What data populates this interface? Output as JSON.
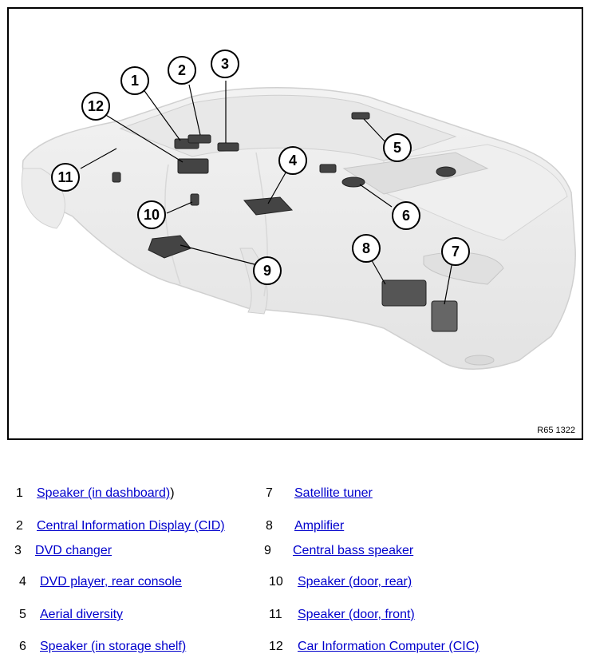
{
  "figure": {
    "code": "R65 1322"
  },
  "callouts": [
    "1",
    "2",
    "3",
    "4",
    "5",
    "6",
    "7",
    "8",
    "9",
    "10",
    "11",
    "12"
  ],
  "legend": [
    {
      "num": "1",
      "label": "Speaker (in dashboard)",
      "tail": ")"
    },
    {
      "num": "2",
      "label": "Central Information Display (CID)",
      "tail": ""
    },
    {
      "num": "3",
      "label": "DVD changer",
      "tail": ""
    },
    {
      "num": "4",
      "label": "DVD player, rear console",
      "tail": ""
    },
    {
      "num": "5",
      "label": "Aerial diversity",
      "tail": ""
    },
    {
      "num": "6",
      "label": "Speaker (in storage shelf)",
      "tail": ""
    },
    {
      "num": "7",
      "label": "Satellite tuner",
      "tail": ""
    },
    {
      "num": "8",
      "label": "Amplifier",
      "tail": ""
    },
    {
      "num": "9",
      "label": "Central bass speaker",
      "tail": ""
    },
    {
      "num": "10",
      "label": "Speaker (door, rear)",
      "tail": ""
    },
    {
      "num": "11",
      "label": "Speaker (door, front)",
      "tail": ""
    },
    {
      "num": "12",
      "label": "Car Information Computer (CIC)",
      "tail": ""
    }
  ]
}
